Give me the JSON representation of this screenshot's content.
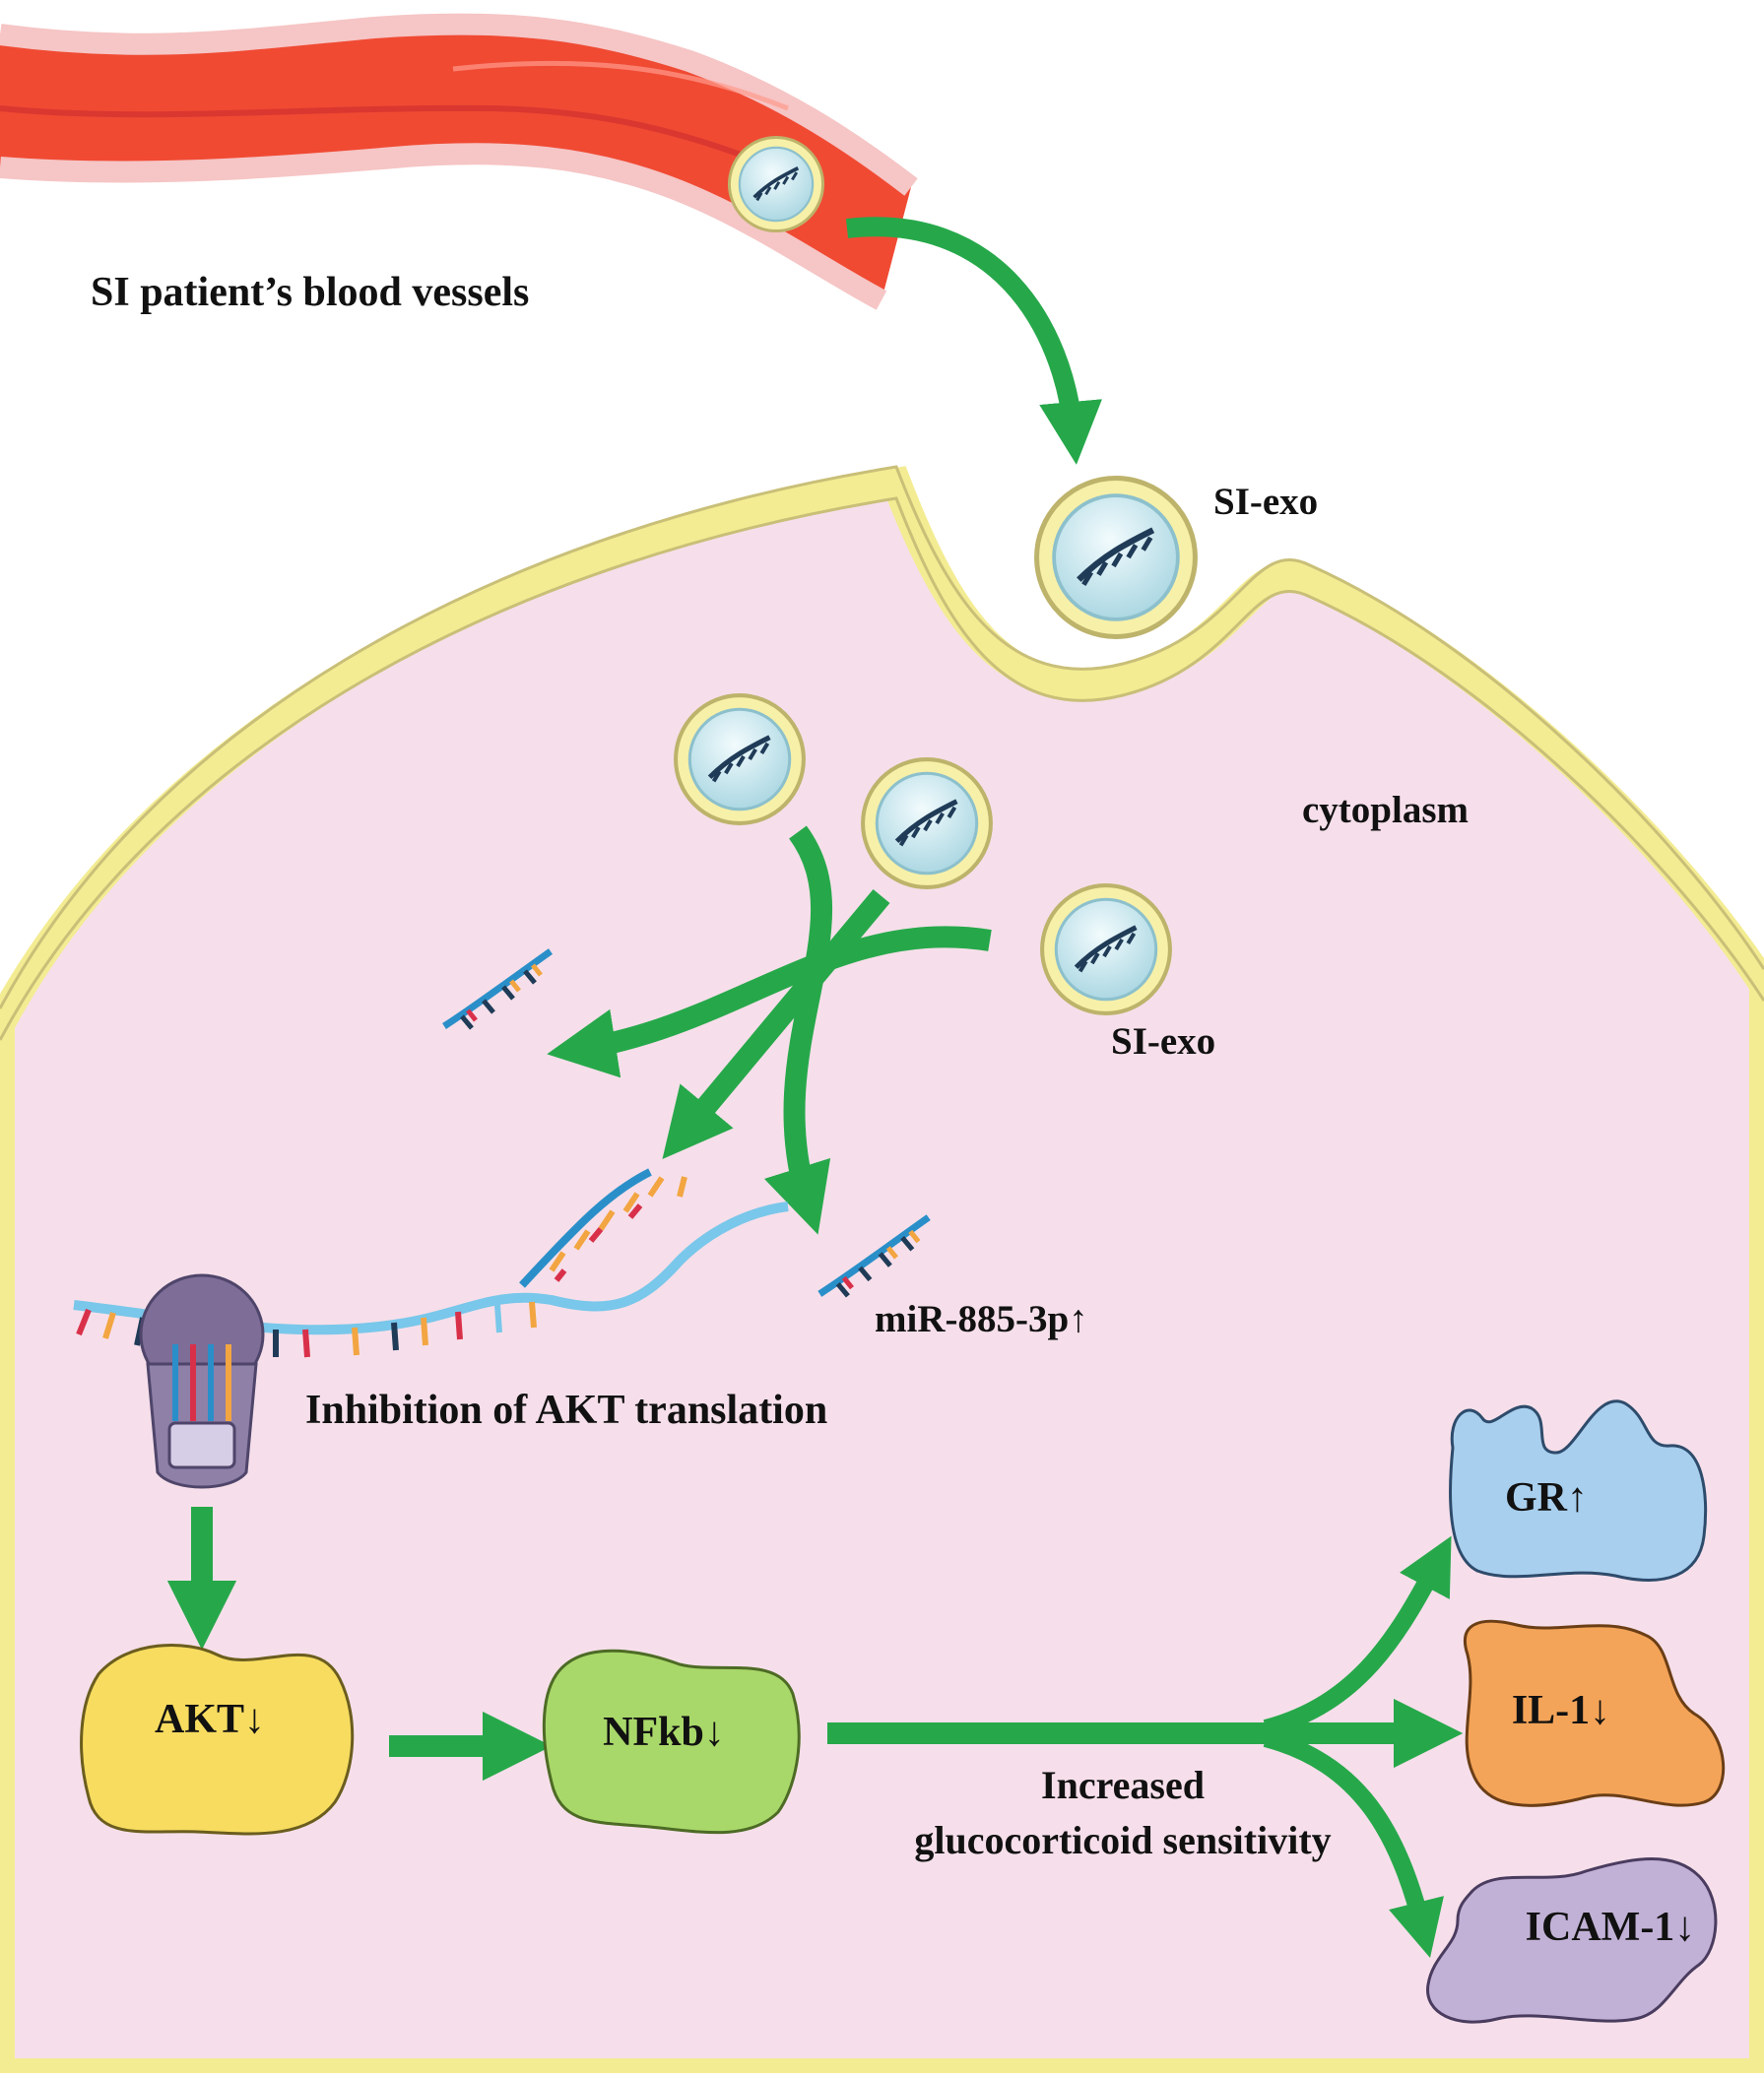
{
  "labels": {
    "vessel": "SI patient’s blood vessels",
    "exo_outside": "SI-exo",
    "cytoplasm": "cytoplasm",
    "exo_inside": "SI-exo",
    "mirna": "miR-885-3p↑",
    "inhibition": "Inhibition of AKT translation",
    "sensitivity_line1": "Increased",
    "sensitivity_line2": "glucocorticoid sensitivity",
    "akt": "AKT↓",
    "nfkb": "NFkb↓",
    "gr": "GR↑",
    "il1": "IL-1↓",
    "icam1": "ICAM-1↓"
  },
  "colors": {
    "vessel": "#f04a33",
    "vessel_wall": "#f6c5c5",
    "cytoplasm": "#f6dfea",
    "membrane": "#f3ec92",
    "membrane_edge": "#b9b06a",
    "arrow": "#26a84a",
    "exosome_shell": "#f7f0a8",
    "exosome_core": "#cfe9f0",
    "akt": "#f7dc60",
    "nfkb": "#a9d86a",
    "gr": "#a8cfee",
    "il1": "#f4a458",
    "icam1": "#c2b1d6",
    "ribosome": "#7d6d97"
  }
}
